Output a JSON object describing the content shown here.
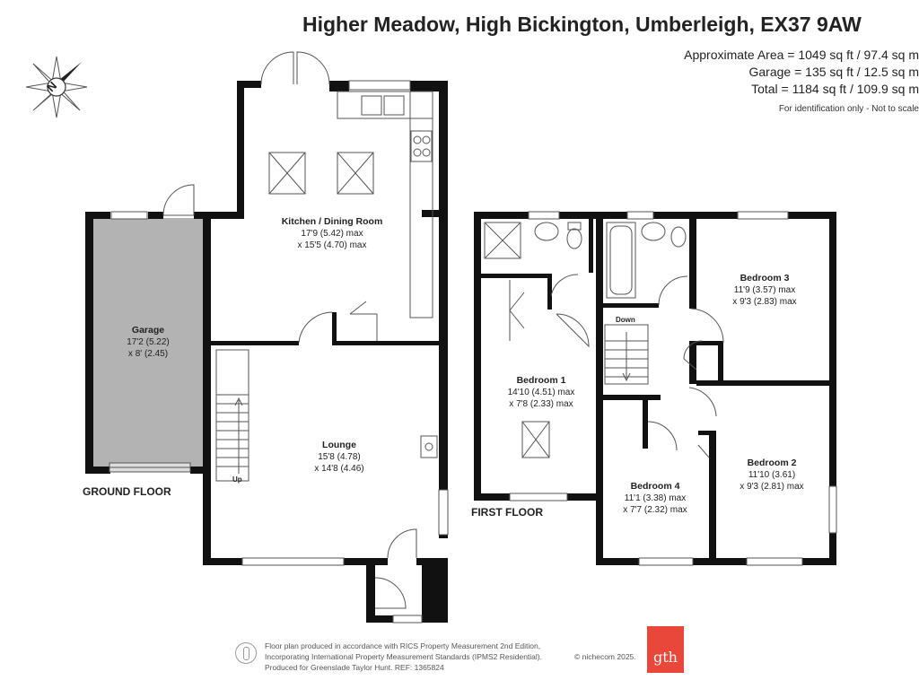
{
  "header": {
    "title": "Higher Meadow, High Bickington, Umberleigh, EX37 9AW",
    "area_approx": "Approximate Area = 1049 sq ft / 97.4 sq m",
    "area_garage": "Garage = 135 sq ft / 12.5 sq m",
    "area_total": "Total = 1184 sq ft / 109.9 sq m",
    "note": "For identification only - Not to scale"
  },
  "compass": {
    "label": "N",
    "icon": "compass-icon"
  },
  "floors": {
    "ground": "GROUND FLOOR",
    "first": "FIRST FLOOR"
  },
  "rooms": {
    "kitchen": {
      "name": "Kitchen / Dining Room",
      "dim1": "17'9 (5.42) max",
      "dim2": "x 15'5 (4.70) max"
    },
    "garage": {
      "name": "Garage",
      "dim1": "17'2 (5.22)",
      "dim2": "x 8' (2.45)"
    },
    "lounge": {
      "name": "Lounge",
      "dim1": "15'8 (4.78)",
      "dim2": "x 14'8 (4.46)"
    },
    "bedroom1": {
      "name": "Bedroom 1",
      "dim1": "14'10 (4.51) max",
      "dim2": "x 7'8 (2.33) max"
    },
    "bedroom2": {
      "name": "Bedroom 2",
      "dim1": "11'10 (3.61)",
      "dim2": "x 9'3 (2.81) max"
    },
    "bedroom3": {
      "name": "Bedroom 3",
      "dim1": "11'9 (3.57) max",
      "dim2": "x 9'3 (2.83) max"
    },
    "bedroom4": {
      "name": "Bedroom 4",
      "dim1": "11'1 (3.38) max",
      "dim2": "x 7'7 (2.32) max"
    }
  },
  "stairs": {
    "up": "Up",
    "down": "Down"
  },
  "footer": {
    "line1": "Floor plan produced in accordance with RICS Property Measurement 2nd Edition,",
    "line2": "Incorporating International Property Measurement Standards (IPMS2 Residential).",
    "line3": "Produced for Greenslade Taylor Hunt.   REF:  1365824",
    "copyright": "© nichecom 2025.",
    "logo": "gth"
  },
  "colors": {
    "wall": "#111111",
    "garage_fill": "#b3b3b3",
    "logo_bg": "#e8473a"
  }
}
